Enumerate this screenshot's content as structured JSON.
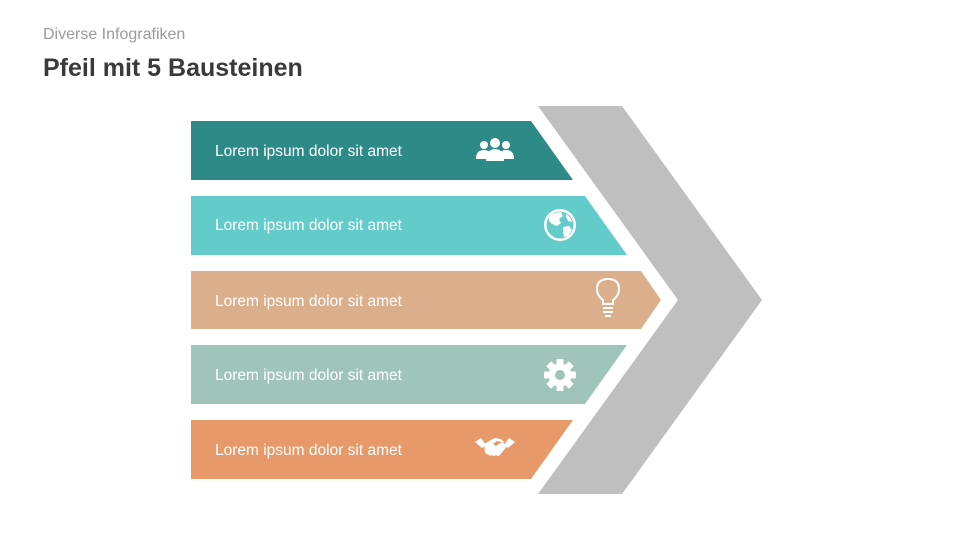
{
  "header": {
    "subtitle": "Diverse Infografiken",
    "title": "Pfeil mit 5 Bausteinen"
  },
  "colors": {
    "chevron": "#bfbfbf",
    "band1": "#2e8a87",
    "band2": "#64cbcb",
    "band3": "#dbae8c",
    "band4": "#9fc5ba",
    "band5": "#e8996a",
    "icon": "#ffffff"
  },
  "blocks": [
    {
      "label": "Lorem ipsum dolor sit amet",
      "icon": "people-icon",
      "color": "#2e8a87"
    },
    {
      "label": "Lorem ipsum dolor sit amet",
      "icon": "globe-icon",
      "color": "#64cbcb"
    },
    {
      "label": "Lorem ipsum dolor sit amet",
      "icon": "lightbulb-icon",
      "color": "#dbae8c"
    },
    {
      "label": "Lorem ipsum dolor sit amet",
      "icon": "gear-icon",
      "color": "#9fc5ba"
    },
    {
      "label": "Lorem ipsum dolor sit amet",
      "icon": "handshake-icon",
      "color": "#e8996a"
    }
  ]
}
